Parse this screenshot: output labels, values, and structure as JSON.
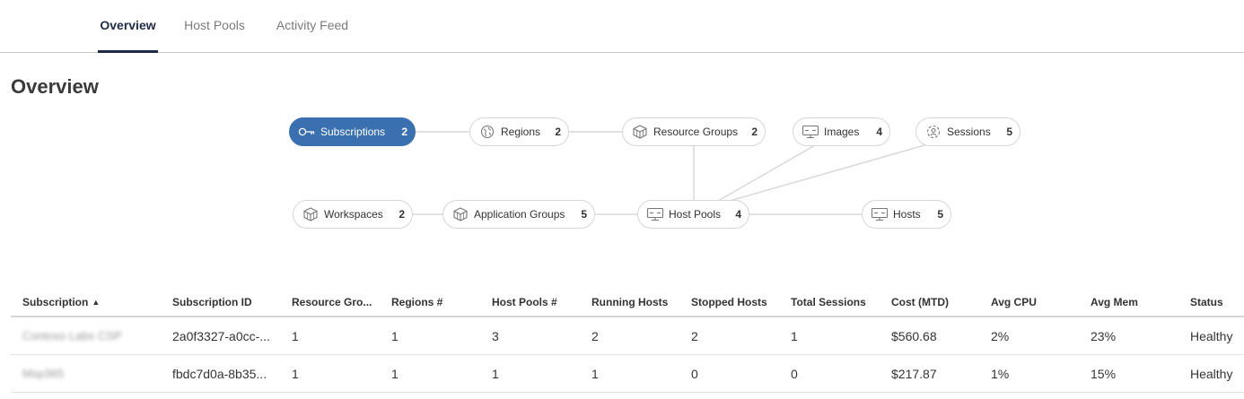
{
  "tabs": [
    {
      "label": "Overview",
      "active": true
    },
    {
      "label": "Host Pools",
      "active": false
    },
    {
      "label": "Activity Feed",
      "active": false
    }
  ],
  "page_title": "Overview",
  "graph": {
    "nodes": [
      {
        "id": "subscriptions",
        "label": "Subscriptions",
        "count": "2",
        "icon": "key-icon",
        "active": true
      },
      {
        "id": "regions",
        "label": "Regions",
        "count": "2",
        "icon": "globe-icon",
        "active": false
      },
      {
        "id": "resource-groups",
        "label": "Resource Groups",
        "count": "2",
        "icon": "cube-icon",
        "active": false
      },
      {
        "id": "images",
        "label": "Images",
        "count": "4",
        "icon": "monitor-icon",
        "active": false
      },
      {
        "id": "sessions",
        "label": "Sessions",
        "count": "5",
        "icon": "session-icon",
        "active": false
      },
      {
        "id": "workspaces",
        "label": "Workspaces",
        "count": "2",
        "icon": "cube-icon",
        "active": false
      },
      {
        "id": "application-groups",
        "label": "Application Groups",
        "count": "5",
        "icon": "cube-icon",
        "active": false
      },
      {
        "id": "host-pools",
        "label": "Host Pools",
        "count": "4",
        "icon": "monitor-icon",
        "active": false
      },
      {
        "id": "hosts",
        "label": "Hosts",
        "count": "5",
        "icon": "monitor-icon",
        "active": false
      }
    ]
  },
  "table": {
    "columns": [
      "Subscription",
      "Subscription ID",
      "Resource Gro...",
      "Regions #",
      "Host Pools #",
      "Running Hosts",
      "Stopped Hosts",
      "Total Sessions",
      "Cost (MTD)",
      "Avg CPU",
      "Avg Mem",
      "Status"
    ],
    "sorted_column": "Subscription",
    "sort_direction": "ascending",
    "rows": [
      [
        "Contoso Labs CSP",
        "2a0f3327-a0cc-...",
        "1",
        "1",
        "3",
        "2",
        "2",
        "1",
        "$560.68",
        "2%",
        "23%",
        "Healthy"
      ],
      [
        "Msp365",
        "fbdc7d0a-8b35...",
        "1",
        "1",
        "1",
        "1",
        "0",
        "0",
        "$217.87",
        "1%",
        "15%",
        "Healthy"
      ]
    ]
  },
  "colors": {
    "accent": "#3a70b0",
    "tab_active": "#1f2a44"
  }
}
